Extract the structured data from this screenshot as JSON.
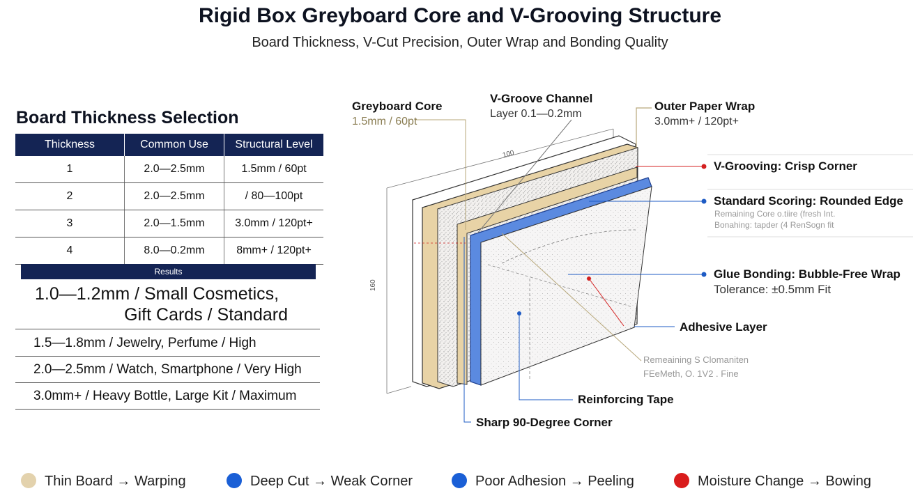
{
  "title": "Rigid Box Greyboard Core and V-Grooving Structure",
  "subtitle": "Board Thickness, V-Cut Precision, Outer Wrap and Bonding Quality",
  "left_panel": {
    "heading": "Board Thickness Selection",
    "table": {
      "headers": [
        "Thickness",
        "Common Use",
        "Structural Level"
      ],
      "rows": [
        [
          "1",
          "2.0—2.5mm",
          "1.5mm / 60pt"
        ],
        [
          "2",
          "2.0—2.5mm",
          "/ 80—100pt"
        ],
        [
          "3",
          "2.0—1.5mm",
          "3.0mm / 120pt+"
        ],
        [
          "4",
          "8.0—0.2mm",
          "8mm+ / 120pt+"
        ]
      ]
    },
    "results_label": "Results",
    "results": {
      "primary_line1": "1.0—1.2mm / Small Cosmetics,",
      "primary_line2": "Gift Cards / Standard",
      "rows": [
        "1.5—1.8mm / Jewelry, Perfume / High",
        "2.0—2.5mm / Watch, Smartphone / Very High",
        "3.0mm+ / Heavy Bottle, Large Kit / Maximum"
      ]
    }
  },
  "diagram": {
    "greyboard": {
      "title": "Greyboard Core",
      "sub": "1.5mm / 60pt"
    },
    "vgroove": {
      "title": "V-Groove Channel",
      "sub": "Layer 0.1—0.2mm"
    },
    "outer_wrap": {
      "title": "Outer Paper Wrap",
      "sub": "3.0mm+ / 120pt+"
    },
    "dim_width": "100",
    "dim_height": "160",
    "callouts": {
      "vgrooving": "V-Grooving: Crisp Corner",
      "scoring": "Standard Scoring: Rounded Edge",
      "scoring_note1": "Remaining Core o.tiire (fresh Int.",
      "scoring_note2": "Bonahing: tapder (4 RenSogn fit",
      "glue": "Glue Bonding: Bubble-Free Wrap",
      "glue_sub": "Tolerance: ±0.5mm Fit",
      "adhesive": "Adhesive Layer",
      "remain_note1": "Remeaining S Clomaniten",
      "remain_note2": "FEeMeth, O. 1V2 . Fine",
      "tape": "Reinforcing Tape",
      "corner": "Sharp 90-Degree Corner"
    },
    "colors": {
      "red": "#d42020",
      "blue": "#1e5bc4",
      "kraft": "#e8d3a6",
      "navy": "#142454"
    }
  },
  "legend": [
    {
      "label": "Thin Board → Warping",
      "color": "#e3d2ad"
    },
    {
      "label": "Deep Cut  → Weak Corner",
      "color": "#1a5fd6"
    },
    {
      "label": "Poor Adhesion → Peeling",
      "color": "#1a5fd6"
    },
    {
      "label": "Moisture Change → Bowing",
      "color": "#d91c1c"
    }
  ]
}
